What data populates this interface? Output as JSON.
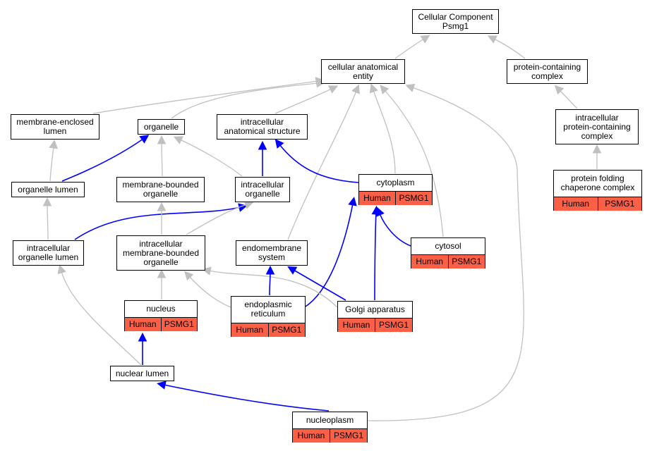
{
  "colors": {
    "part_of_edge": "#c0c0c0",
    "is_a_edge": "#0000ff",
    "annotation_fill": "#fb6046"
  },
  "nodes": [
    {
      "id": "root",
      "label": "Cellular Component\nPsmg1"
    },
    {
      "id": "cae",
      "label": "cellular anatomical\nentity"
    },
    {
      "id": "pcc",
      "label": "protein-containing\ncomplex"
    },
    {
      "id": "mel",
      "label": "membrane-enclosed\nlumen"
    },
    {
      "id": "organelle",
      "label": "organelle"
    },
    {
      "id": "ias",
      "label": "intracellular\nanatomical structure"
    },
    {
      "id": "ipcc",
      "label": "intracellular\nprotein-containing\ncomplex"
    },
    {
      "id": "olumen",
      "label": "organelle lumen"
    },
    {
      "id": "mbo",
      "label": "membrane-bounded\norganelle"
    },
    {
      "id": "io",
      "label": "intracellular\norganelle"
    },
    {
      "id": "cytoplasm",
      "label": "cytoplasm",
      "annotation": {
        "species": "Human",
        "gene": "PSMG1"
      }
    },
    {
      "id": "pfcc",
      "label": "protein folding\nchaperone complex",
      "annotation": {
        "species": "Human",
        "gene": "PSMG1"
      }
    },
    {
      "id": "iol",
      "label": "intracellular\norganelle lumen"
    },
    {
      "id": "imbo",
      "label": "intracellular\nmembrane-bounded\norganelle"
    },
    {
      "id": "ems",
      "label": "endomembrane\nsystem"
    },
    {
      "id": "cytosol",
      "label": "cytosol",
      "annotation": {
        "species": "Human",
        "gene": "PSMG1"
      }
    },
    {
      "id": "nucleus",
      "label": "nucleus",
      "annotation": {
        "species": "Human",
        "gene": "PSMG1"
      }
    },
    {
      "id": "er",
      "label": "endoplasmic\nreticulum",
      "annotation": {
        "species": "Human",
        "gene": "PSMG1"
      }
    },
    {
      "id": "golgi",
      "label": "Golgi apparatus",
      "annotation": {
        "species": "Human",
        "gene": "PSMG1"
      }
    },
    {
      "id": "nlumen",
      "label": "nuclear lumen"
    },
    {
      "id": "nucleoplasm",
      "label": "nucleoplasm",
      "annotation": {
        "species": "Human",
        "gene": "PSMG1"
      }
    }
  ],
  "edges": [
    {
      "from": "cae",
      "to": "root",
      "type": "part_of"
    },
    {
      "from": "pcc",
      "to": "root",
      "type": "part_of"
    },
    {
      "from": "mel",
      "to": "cae",
      "type": "part_of"
    },
    {
      "from": "organelle",
      "to": "cae",
      "type": "part_of"
    },
    {
      "from": "ias",
      "to": "cae",
      "type": "part_of"
    },
    {
      "from": "ems",
      "to": "cae",
      "type": "part_of"
    },
    {
      "from": "cytoplasm",
      "to": "cae",
      "type": "part_of"
    },
    {
      "from": "cytosol",
      "to": "cae",
      "type": "part_of"
    },
    {
      "from": "nucleoplasm",
      "to": "cae",
      "type": "part_of"
    },
    {
      "from": "ipcc",
      "to": "pcc",
      "type": "part_of"
    },
    {
      "from": "pfcc",
      "to": "ipcc",
      "type": "part_of"
    },
    {
      "from": "olumen",
      "to": "mel",
      "type": "part_of"
    },
    {
      "from": "olumen",
      "to": "organelle",
      "type": "is_a"
    },
    {
      "from": "mbo",
      "to": "organelle",
      "type": "part_of"
    },
    {
      "from": "io",
      "to": "organelle",
      "type": "part_of"
    },
    {
      "from": "io",
      "to": "ias",
      "type": "is_a"
    },
    {
      "from": "cytoplasm",
      "to": "ias",
      "type": "is_a"
    },
    {
      "from": "iol",
      "to": "olumen",
      "type": "part_of"
    },
    {
      "from": "iol",
      "to": "io",
      "type": "is_a"
    },
    {
      "from": "imbo",
      "to": "mbo",
      "type": "part_of"
    },
    {
      "from": "imbo",
      "to": "io",
      "type": "part_of"
    },
    {
      "from": "cytosol",
      "to": "cytoplasm",
      "type": "is_a"
    },
    {
      "from": "er",
      "to": "cytoplasm",
      "type": "is_a"
    },
    {
      "from": "golgi",
      "to": "cytoplasm",
      "type": "is_a"
    },
    {
      "from": "nucleus",
      "to": "imbo",
      "type": "part_of"
    },
    {
      "from": "er",
      "to": "imbo",
      "type": "part_of"
    },
    {
      "from": "golgi",
      "to": "imbo",
      "type": "part_of"
    },
    {
      "from": "er",
      "to": "ems",
      "type": "is_a"
    },
    {
      "from": "golgi",
      "to": "ems",
      "type": "is_a"
    },
    {
      "from": "nlumen",
      "to": "iol",
      "type": "part_of"
    },
    {
      "from": "nlumen",
      "to": "nucleus",
      "type": "is_a"
    },
    {
      "from": "nucleoplasm",
      "to": "nlumen",
      "type": "is_a"
    }
  ]
}
